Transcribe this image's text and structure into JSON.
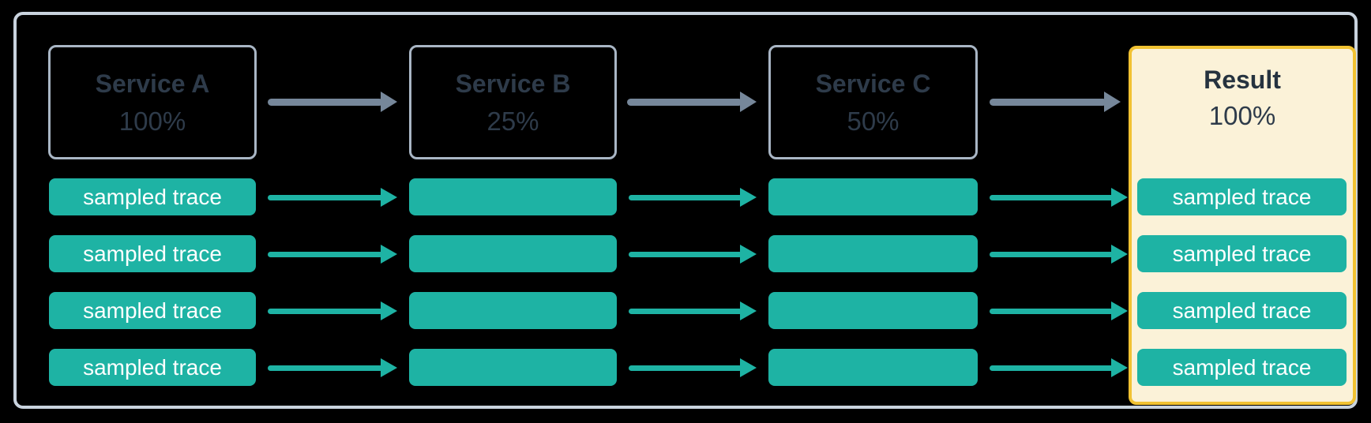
{
  "nodes": [
    {
      "id": "service-a",
      "title": "Service A",
      "value": "100%"
    },
    {
      "id": "service-b",
      "title": "Service B",
      "value": "25%"
    },
    {
      "id": "service-c",
      "title": "Service C",
      "value": "50%"
    },
    {
      "id": "result",
      "title": "Result",
      "value": "100%"
    }
  ],
  "traces": {
    "service_a": [
      "sampled trace",
      "sampled trace",
      "sampled trace",
      "sampled trace"
    ],
    "result": [
      "sampled trace",
      "sampled trace",
      "sampled trace",
      "sampled trace"
    ]
  },
  "colors": {
    "background": "#000000",
    "outer_border": "#c9d3de",
    "node_border": "#a9b6c5",
    "node_text": "#2e3b4a",
    "teal": "#1eb3a4",
    "arrow_gray": "#76879a",
    "result_background": "#fbf2d8",
    "result_border": "#f1c232",
    "trace_text": "#ffffff"
  }
}
